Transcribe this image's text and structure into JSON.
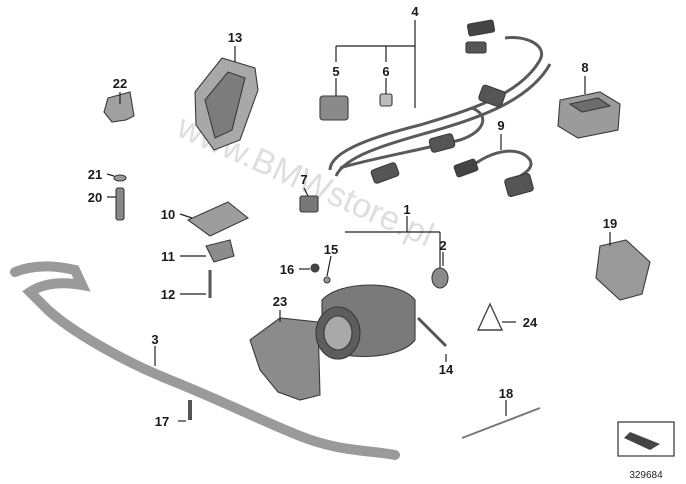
{
  "callouts": {
    "c1": "1",
    "c2": "2",
    "c3": "3",
    "c4": "4",
    "c5": "5",
    "c6": "6",
    "c7": "7",
    "c8": "8",
    "c9": "9",
    "c10": "10",
    "c11": "11",
    "c12": "12",
    "c13": "13",
    "c14": "14",
    "c15": "15",
    "c16": "16",
    "c17": "17",
    "c18": "18",
    "c19": "19",
    "c20": "20",
    "c21": "21",
    "c22": "22",
    "c23": "23",
    "c24": "24"
  },
  "watermark": "www.BMWstore.pl",
  "reference_number": "329684",
  "colors": {
    "part_fill": "#b9b9b9",
    "part_dark": "#6d6d6d",
    "line": "#222222"
  }
}
